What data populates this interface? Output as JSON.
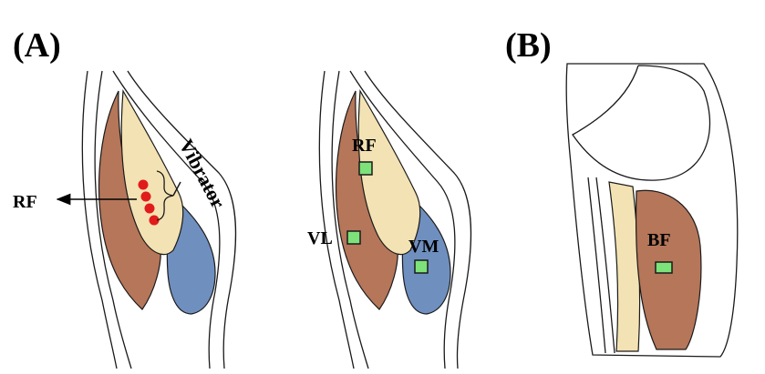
{
  "panel_a": {
    "label": "(A)",
    "arrow_label": "RF",
    "vibrator_label": "Vibrator",
    "labels": {
      "rf": "RF",
      "vl": "VL",
      "vm": "VM"
    }
  },
  "panel_b": {
    "label": "(B)",
    "labels": {
      "bf": "BF"
    }
  },
  "colors": {
    "rectus_femoris": "#f3e2b3",
    "vastus_lateralis": "#b5765a",
    "vastus_medialis": "#6f8fbf",
    "biceps_femoris": "#b5765a",
    "stim_dot": "#e11b1b",
    "electrode": "#7ee27a",
    "outline": "#1a1a1a"
  },
  "vibration_points": 4,
  "electrodes": [
    "RF",
    "VL",
    "VM",
    "BF"
  ]
}
